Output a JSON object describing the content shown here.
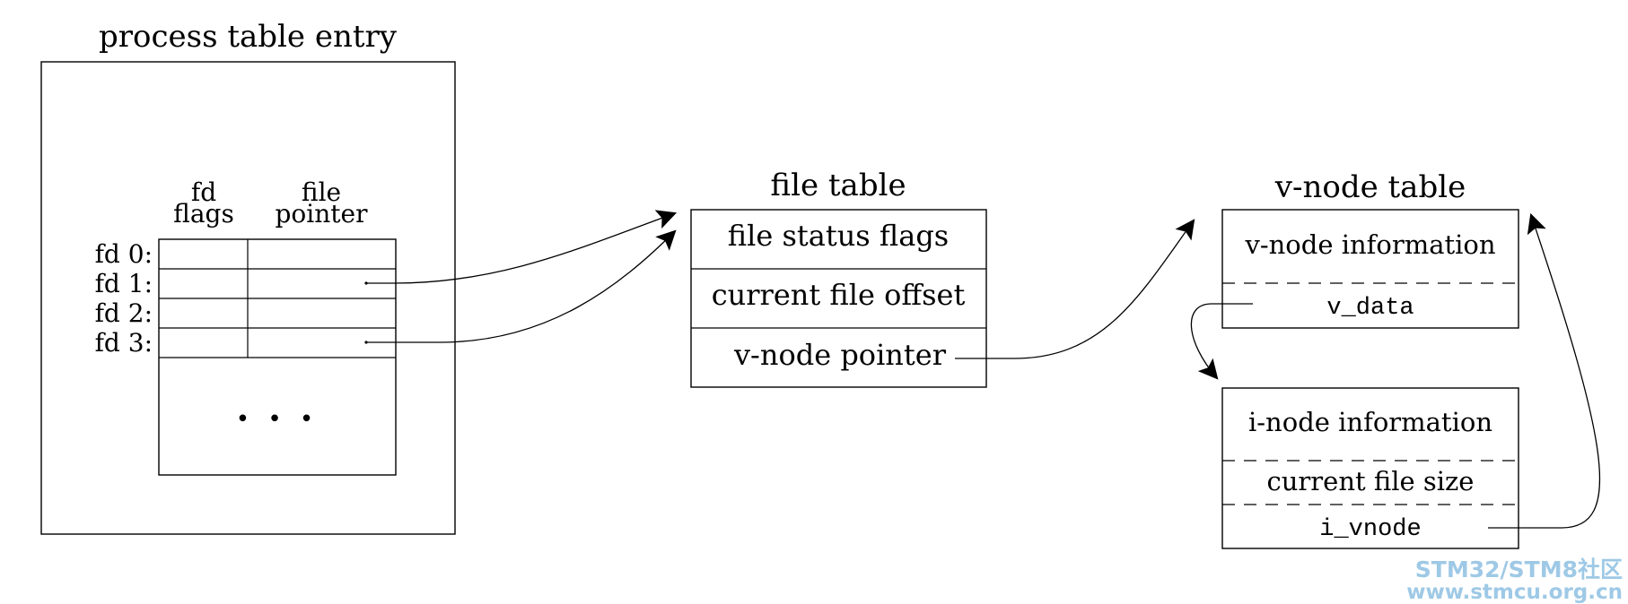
{
  "process_table": {
    "title": "process table entry",
    "col_fd_flags": [
      "fd",
      "flags"
    ],
    "col_file_pointer": [
      "file",
      "pointer"
    ],
    "rows": [
      "fd 0:",
      "fd 1:",
      "fd 2:",
      "fd 3:"
    ],
    "ellipsis": "• • •"
  },
  "file_table": {
    "title": "file table",
    "cells": [
      "file status flags",
      "current file offset",
      "v-node pointer"
    ]
  },
  "vnode_table": {
    "title": "v-node table",
    "vnode_info": "v-node information",
    "v_data": "v_data",
    "inode_info": "i-node information",
    "current_file_size": "current file size",
    "i_vnode": "i_vnode"
  },
  "watermark": {
    "line1": "STM32/STM8社区",
    "line2": "www.stmcu.org.cn",
    "color": "#9ec9e6"
  }
}
